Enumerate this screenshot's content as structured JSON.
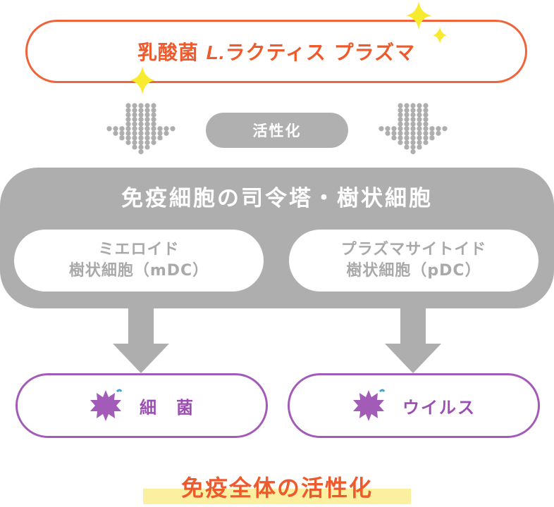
{
  "top": {
    "title_prefix": "乳酸菌 ",
    "title_latin": "L.",
    "title_suffix": "ラクティス プラズマ"
  },
  "activation": {
    "label": "活性化"
  },
  "dc": {
    "title": "免疫細胞の司令塔・樹状細胞",
    "mdc_line1": "ミエロイド",
    "mdc_line2": "樹状細胞（mDC）",
    "pdc_line1": "プラズマサイトイド",
    "pdc_line2": "樹状細胞（pDC）"
  },
  "targets": {
    "bacteria": "細　菌",
    "virus": "ウイルス"
  },
  "conclusion": "免疫全体の活性化",
  "colors": {
    "orange": "#f0643c",
    "gray": "#aeaeae",
    "purple": "#a35bb8",
    "yellow": "#fbf0a0",
    "sparkle": "#f8ea2e"
  },
  "icons": {
    "sparkle": "sparkle-icon",
    "dotted_arrow": "dotted-down-arrow-icon",
    "down_arrow": "down-arrow-icon",
    "burst": "burst-icon"
  }
}
